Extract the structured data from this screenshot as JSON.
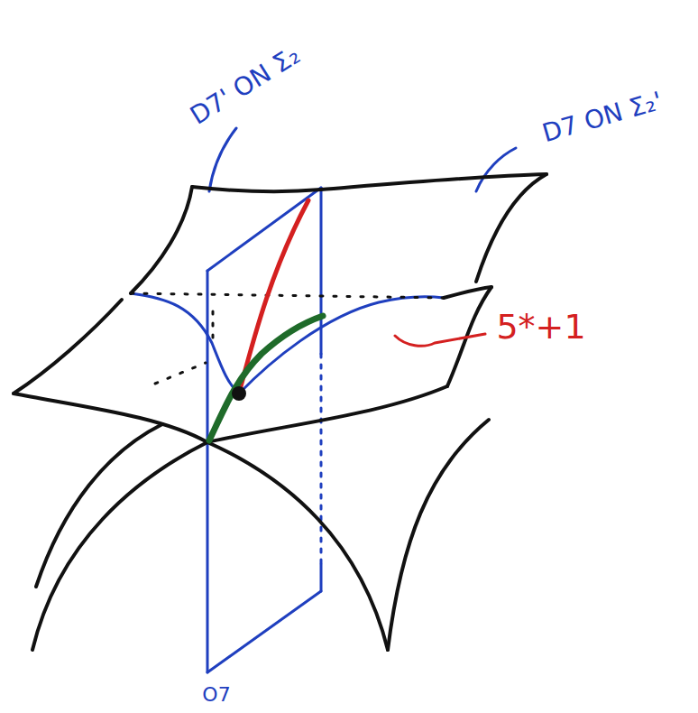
{
  "diagram": {
    "labels": [
      "D7' ON Σ₂",
      "D7 ON Σ₂'",
      "5*+1",
      "O7"
    ]
  }
}
